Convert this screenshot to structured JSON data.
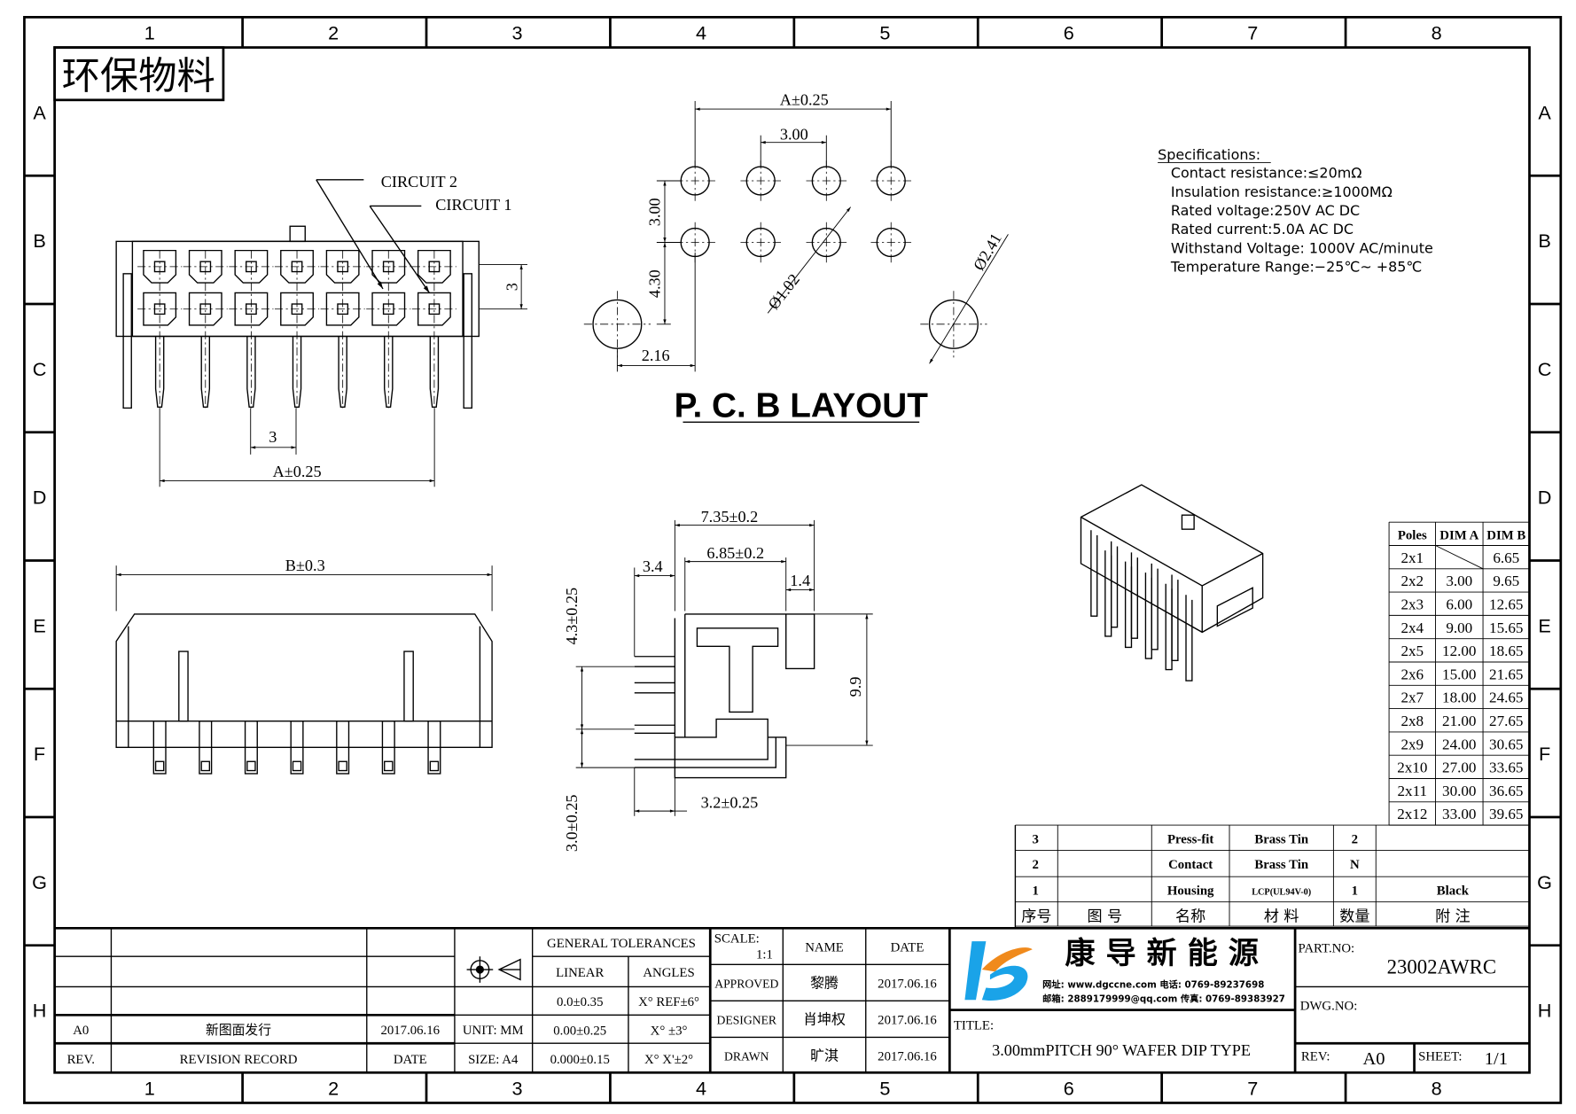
{
  "stamp": "环保物料",
  "grid": {
    "columns": [
      "1",
      "2",
      "3",
      "4",
      "5",
      "6",
      "7",
      "8"
    ],
    "rows": [
      "A",
      "B",
      "C",
      "D",
      "E",
      "F",
      "G",
      "H"
    ]
  },
  "front_view": {
    "circuit2": "CIRCUIT 2",
    "circuit1": "CIRCUIT 1",
    "pitch": "3",
    "row_pitch": "3",
    "dim_a": "A±0.25"
  },
  "pcb_layout": {
    "title": "P. C. B LAYOUT",
    "dim_a": "A±0.25",
    "pitch": "3.00",
    "row_pitch": "3.00",
    "offset_v": "4.30",
    "offset_h": "2.16",
    "hole_small": "Ø1.02",
    "hole_large": "Ø2.41"
  },
  "bottom_view": {
    "dim_b": "B±0.3"
  },
  "side_view": {
    "d1": "7.35±0.2",
    "d2": "6.85±0.2",
    "d3": "3.4",
    "d4": "1.4",
    "d5": "4.3±0.25",
    "d6": "9.9",
    "d7": "3.0±0.25",
    "d8": "3.2±0.25"
  },
  "specifications": {
    "heading": "Specifications:",
    "lines": [
      "Contact  resistance:≤20mΩ",
      "Insulation  resistance:≥1000MΩ",
      "Rated  voltage:250V  AC  DC",
      "Rated  current:5.0A  AC  DC",
      "Withstand  Voltage: 1000V  AC/minute",
      "Temperature  Range:−25℃~  +85℃"
    ]
  },
  "poles_table": {
    "headers": [
      "Poles",
      "DIM A",
      "DIM B"
    ],
    "rows": [
      [
        "2x1",
        "",
        "6.65"
      ],
      [
        "2x2",
        "3.00",
        "9.65"
      ],
      [
        "2x3",
        "6.00",
        "12.65"
      ],
      [
        "2x4",
        "9.00",
        "15.65"
      ],
      [
        "2x5",
        "12.00",
        "18.65"
      ],
      [
        "2x6",
        "15.00",
        "21.65"
      ],
      [
        "2x7",
        "18.00",
        "24.65"
      ],
      [
        "2x8",
        "21.00",
        "27.65"
      ],
      [
        "2x9",
        "24.00",
        "30.65"
      ],
      [
        "2x10",
        "27.00",
        "33.65"
      ],
      [
        "2x11",
        "30.00",
        "36.65"
      ],
      [
        "2x12",
        "33.00",
        "39.65"
      ]
    ]
  },
  "bom": {
    "rows": [
      [
        "3",
        "",
        "Press-fit",
        "Brass Tin",
        "2",
        ""
      ],
      [
        "2",
        "",
        "Contact",
        "Brass Tin",
        "N",
        ""
      ],
      [
        "1",
        "",
        "Housing",
        "LCP(UL94V-0)",
        "1",
        "Black"
      ]
    ],
    "headers": [
      "序号",
      "图   号",
      "名称",
      "材   料",
      "数量",
      "附   注"
    ]
  },
  "revision": {
    "rev": "A0",
    "record": "新图面发行",
    "date": "2017.06.16",
    "h_rev": "REV.",
    "h_record": "REVISION RECORD",
    "h_date": "DATE"
  },
  "tolerances": {
    "title": "GENERAL TOLERANCES",
    "linear": "LINEAR",
    "angles": "ANGLES",
    "rows": [
      [
        "0.0±0.35",
        "X° REF±6°"
      ],
      [
        "0.00±0.25",
        "X° ±3°"
      ],
      [
        "0.000±0.15",
        "X° X'±2°"
      ]
    ],
    "unit": "UNIT: MM",
    "size": "SIZE: A4"
  },
  "signoff": {
    "scale_label": "SCALE:",
    "scale": "1:1",
    "h_name": "NAME",
    "h_date": "DATE",
    "rows": [
      [
        "APPROVED",
        "黎腾",
        "2017.06.16"
      ],
      [
        "DESIGNER",
        "肖坤权",
        "2017.06.16"
      ],
      [
        "DRAWN",
        "旷淇",
        "2017.06.16"
      ]
    ]
  },
  "company": {
    "name": "康 导 新 能 源",
    "contact1": "网址: www.dgccne.com  电话: 0769-89237698",
    "contact2": "邮箱: 2889179999@qq.com 传真: 0769-89383927",
    "logo_colors": {
      "blue": "#1aa3e8",
      "orange": "#f08a1c"
    }
  },
  "title_block": {
    "title_label": "TITLE:",
    "title": "3.00mmPITCH 90° WAFER DIP TYPE",
    "part_no_label": "PART.NO:",
    "part_no": "23002AWRC",
    "dwg_no_label": "DWG.NO:",
    "rev_label": "REV:",
    "rev": "A0",
    "sheet_label": "SHEET:",
    "sheet": "1/1"
  }
}
